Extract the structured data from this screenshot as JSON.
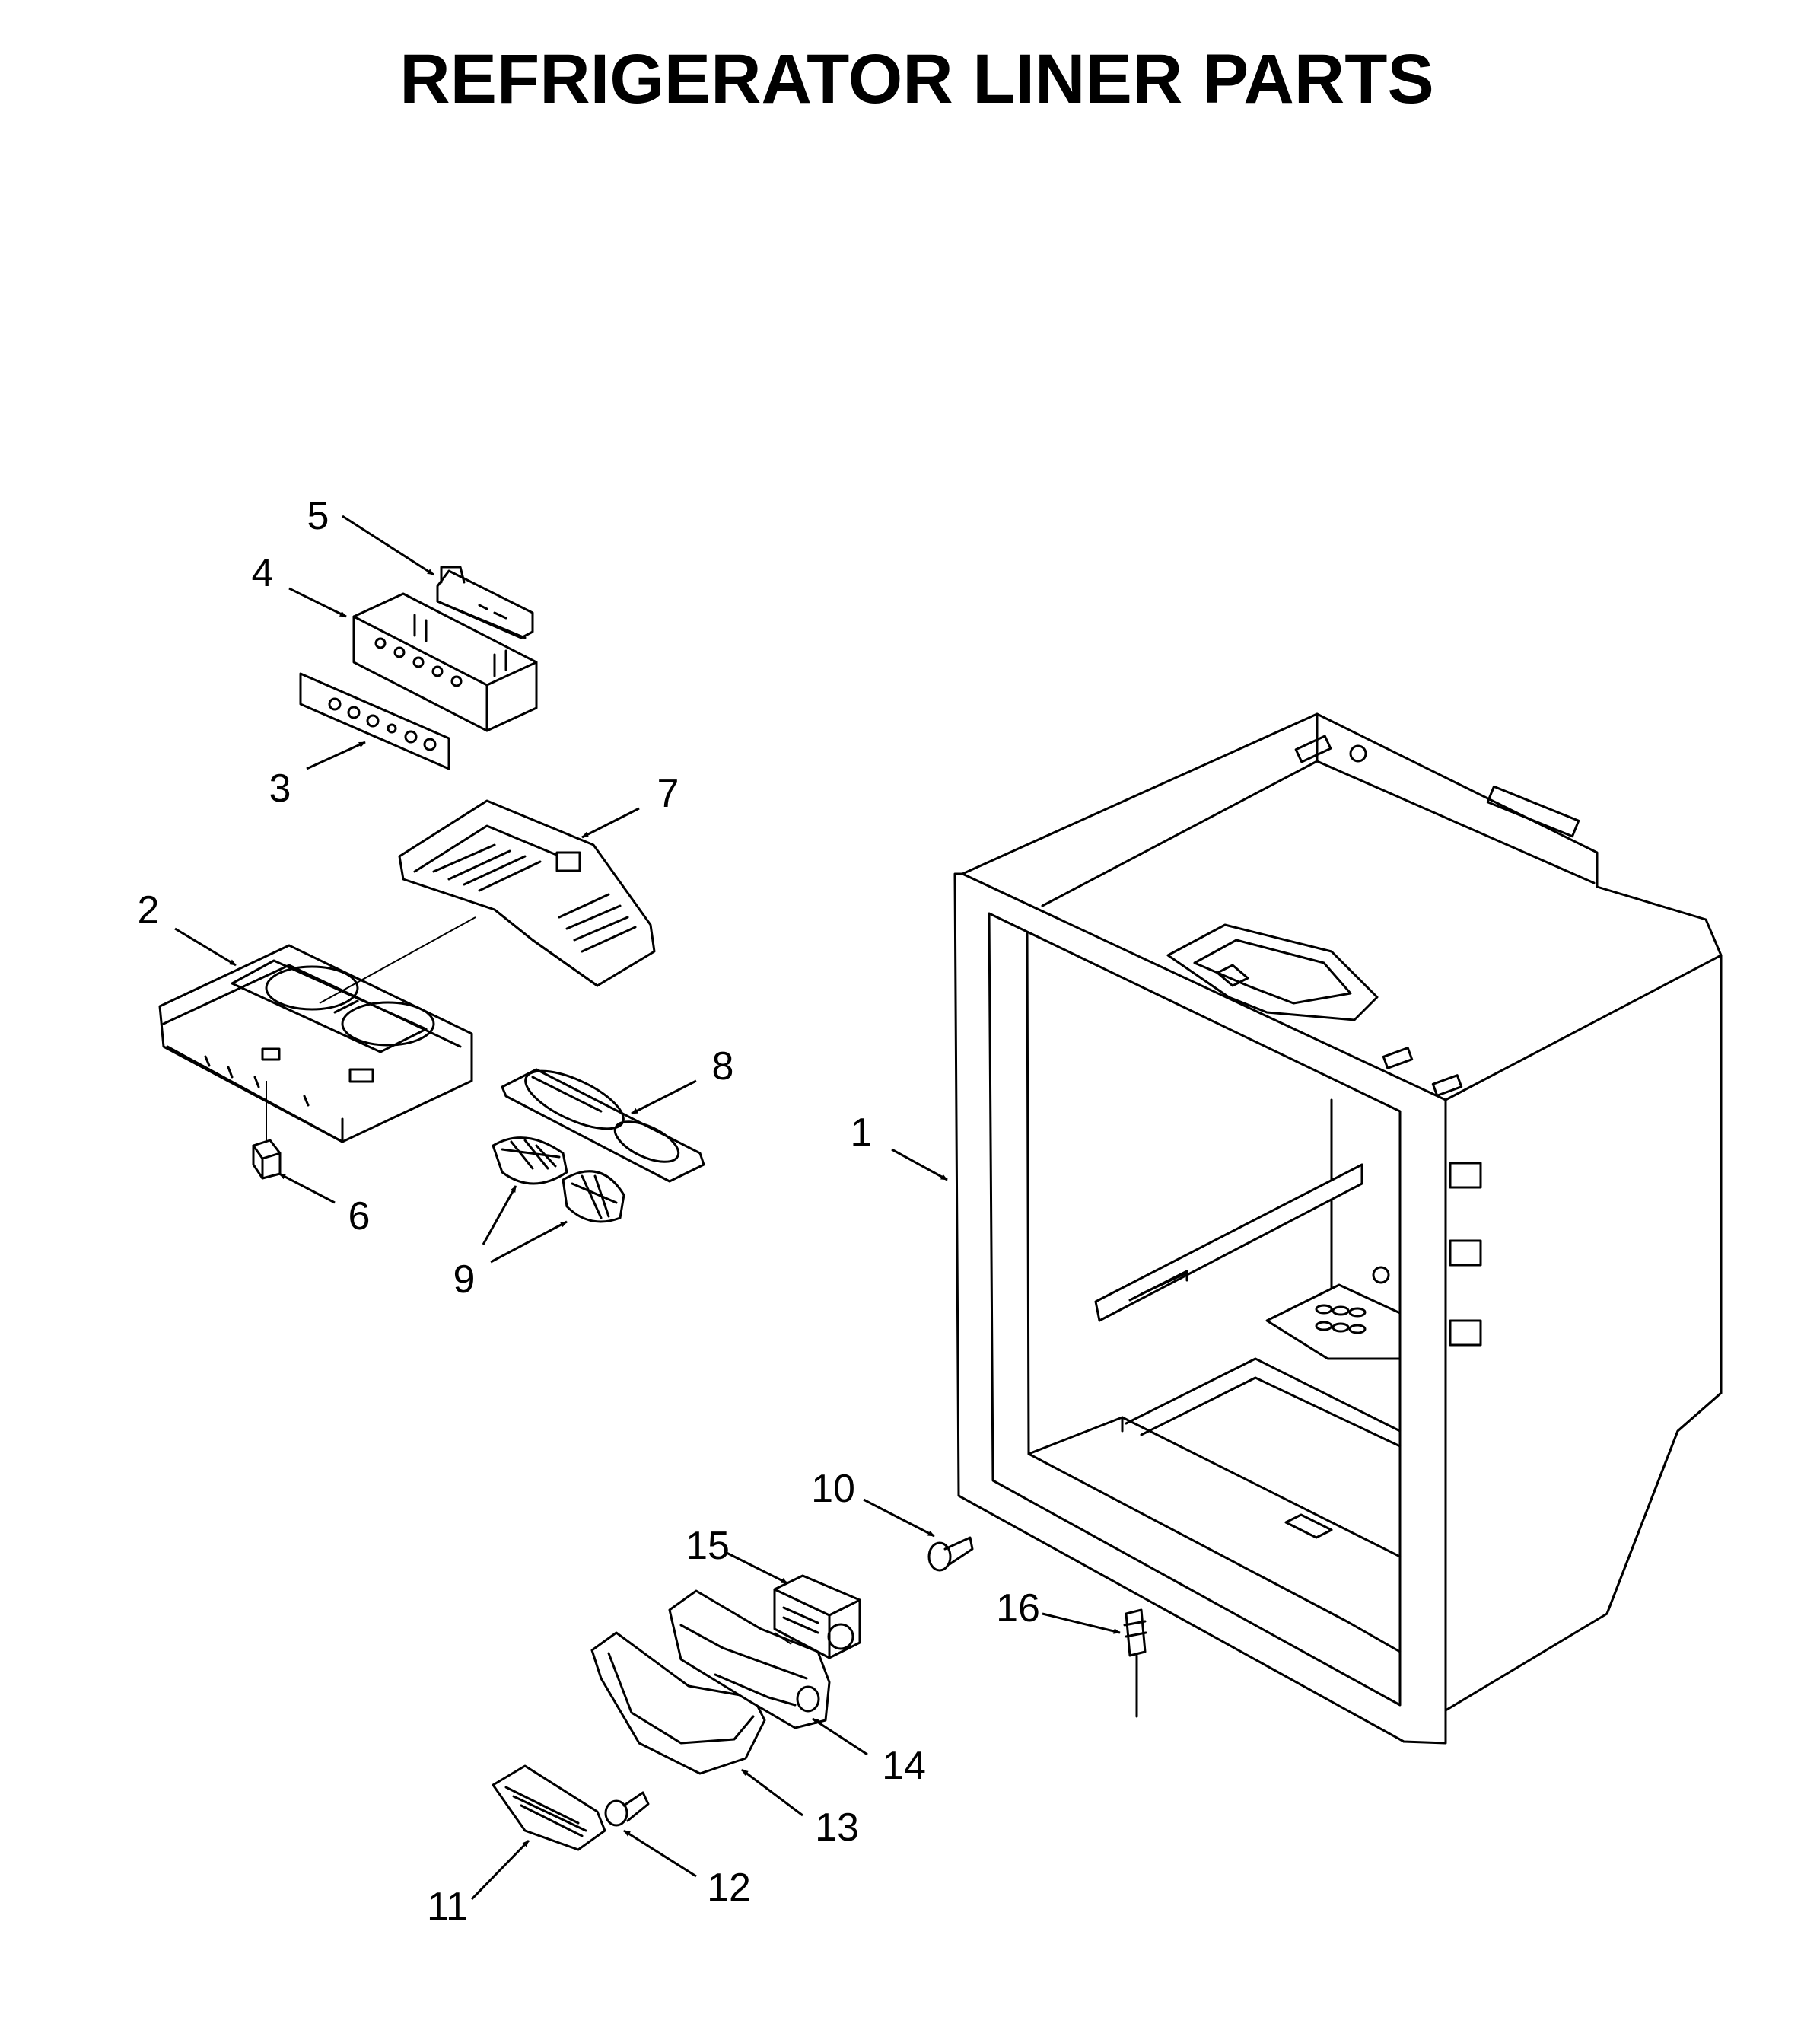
{
  "title": "REFRIGERATOR LINER PARTS",
  "callouts": [
    "1",
    "2",
    "3",
    "4",
    "5",
    "6",
    "7",
    "8",
    "9",
    "10",
    "11",
    "12",
    "13",
    "14",
    "15",
    "16"
  ]
}
